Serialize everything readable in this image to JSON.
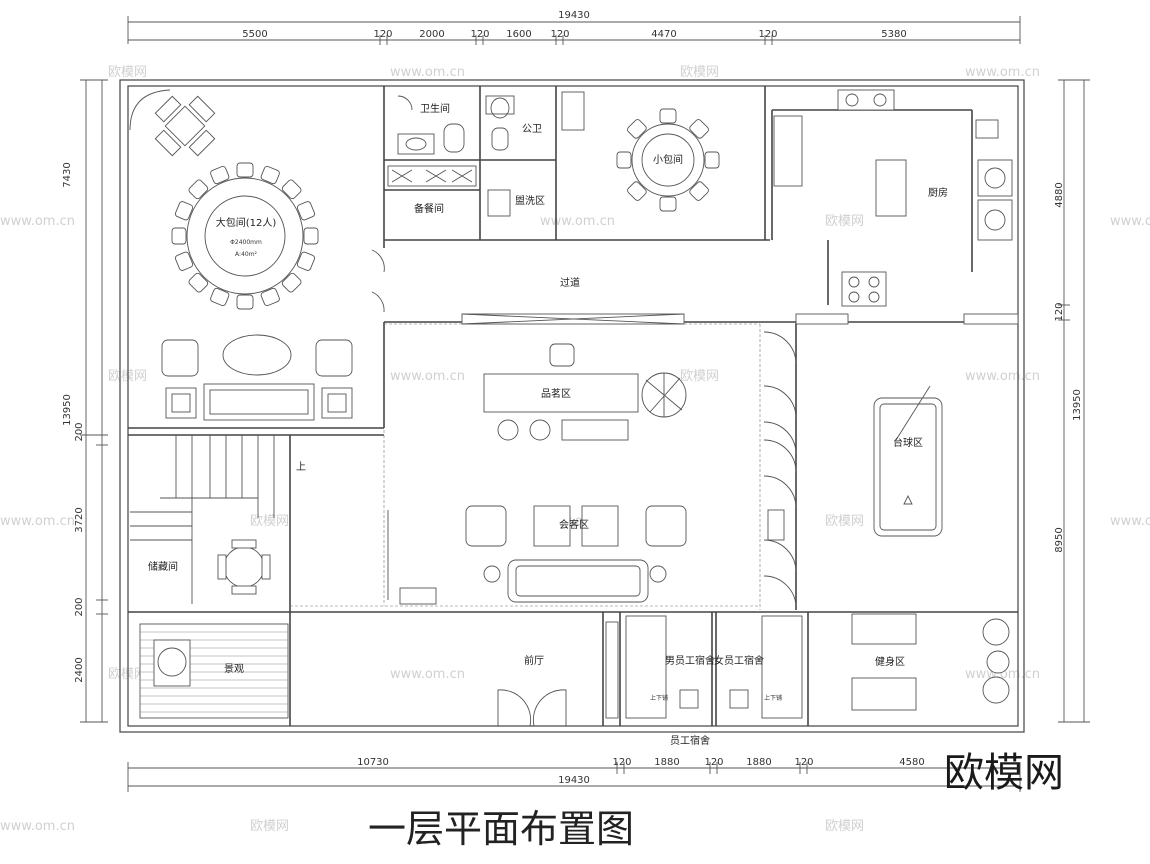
{
  "title": "一层平面布置图",
  "brand": "欧模网",
  "watermarks": [
    "欧模网",
    "www.om.cn"
  ],
  "dimensions": {
    "top_total": "19430",
    "top": [
      "5500",
      "120",
      "2000",
      "120",
      "1600",
      "120",
      "4470",
      "120",
      "5380"
    ],
    "bottom": [
      "10730",
      "120",
      "1880",
      "120",
      "1880",
      "120",
      "4580"
    ],
    "bottom_total": "19430",
    "left_total_upper": "7430",
    "left_total_lower": "13950",
    "left": [
      "200",
      "3720",
      "200",
      "2400"
    ],
    "right": [
      "4880",
      "120",
      "8950"
    ],
    "right_total": "13950"
  },
  "rooms": {
    "big_private": "大包间(12人)",
    "big_private_dia": "Φ2400mm",
    "big_private_area": "A:40m²",
    "toilet": "卫生间",
    "public_toilet": "公卫",
    "pantry": "备餐间",
    "wash": "盥洗区",
    "small_private": "小包间",
    "kitchen": "厨房",
    "corridor": "过道",
    "tea": "品茗区",
    "meeting": "会客区",
    "billiards": "台球区",
    "storage": "储藏间",
    "landscape": "景观",
    "hall": "前厅",
    "male_dorm": "男员工宿舍",
    "female_dorm": "女员工宿舍",
    "staff_dorm": "员工宿舍",
    "fitness": "健身区",
    "stair_up": "上"
  },
  "notes": {
    "bed_upper": "上下铺",
    "bed_upper_r": "上下铺"
  }
}
